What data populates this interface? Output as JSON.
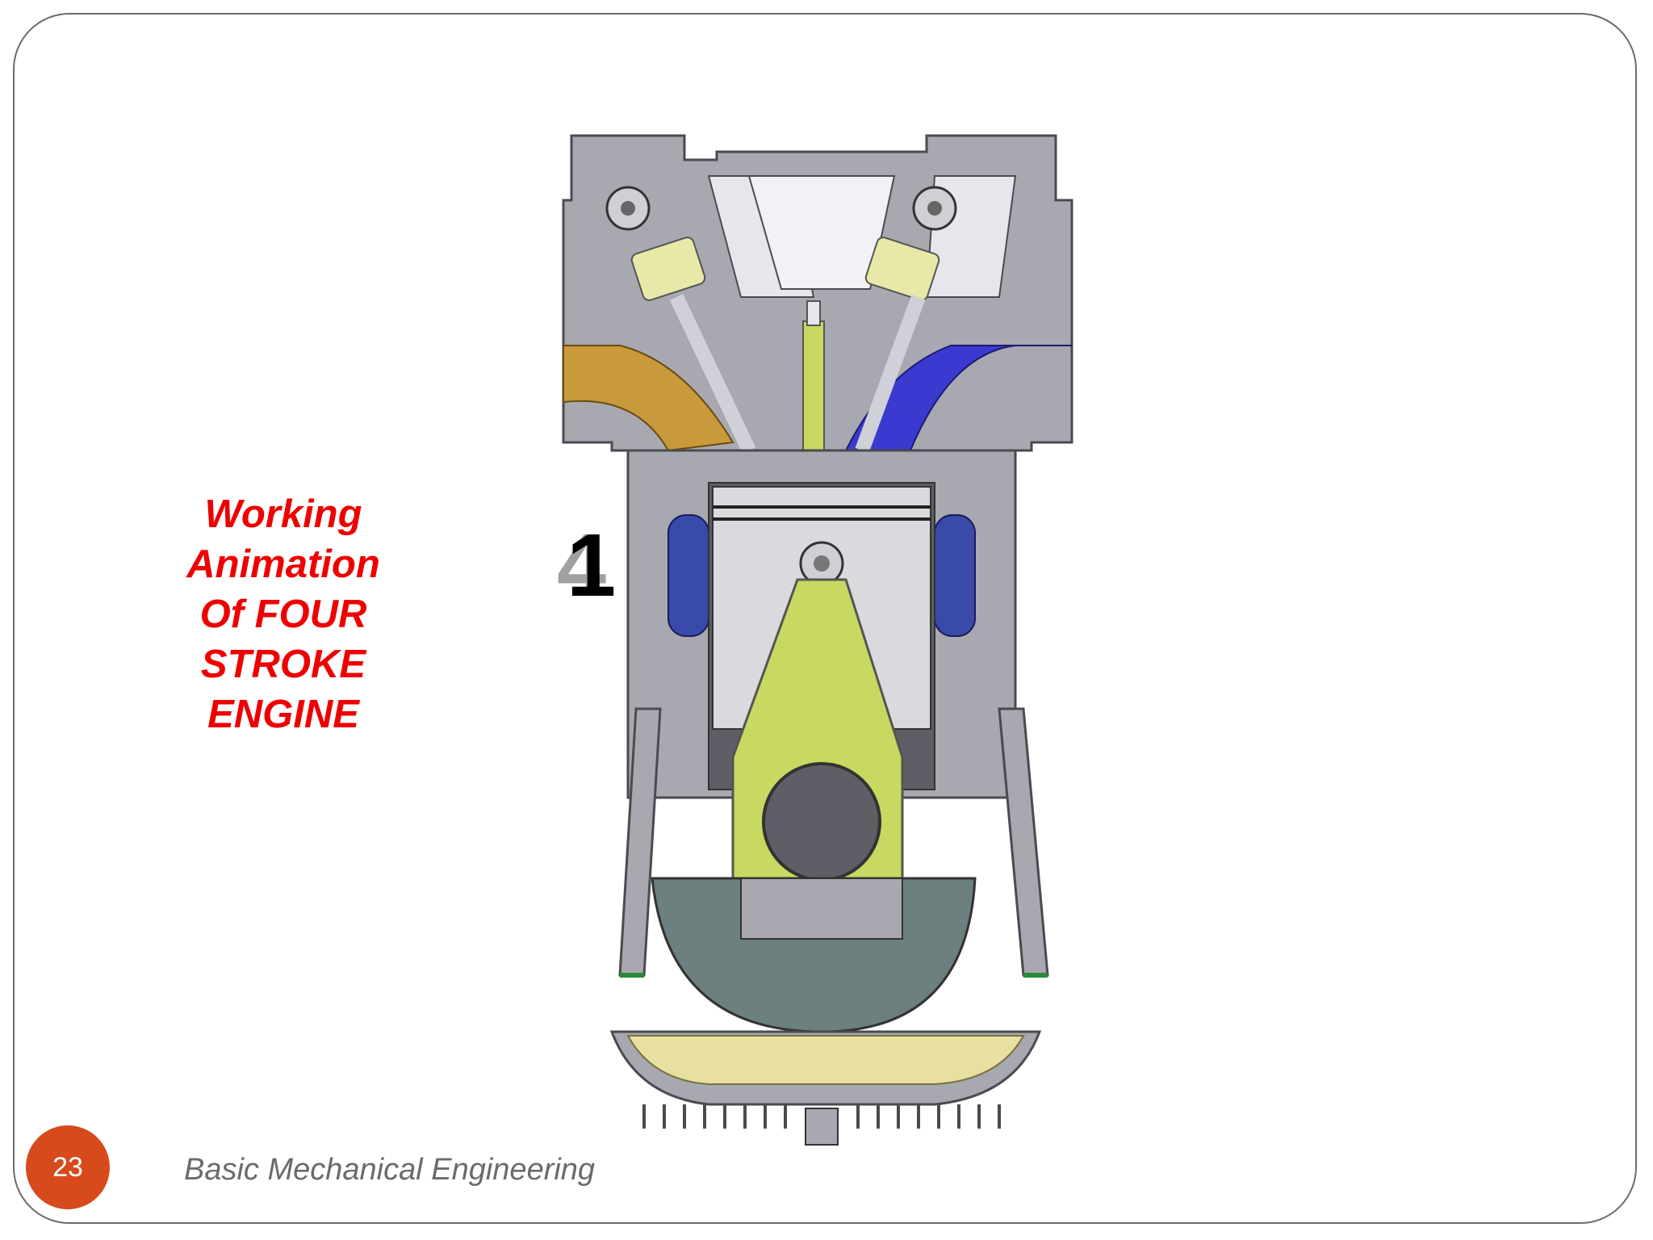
{
  "slide": {
    "title_lines": [
      "Working",
      "Animation",
      "Of FOUR",
      "STROKE",
      "ENGINE"
    ],
    "stroke_number_front": "1",
    "stroke_number_back": "4",
    "page_number": "23",
    "footer": "Basic Mechanical Engineering"
  },
  "colors": {
    "title": "#ee0000",
    "page_badge": "#d64a1c",
    "border": "#6b6b6b",
    "footer_text": "#6b6b6b",
    "engine_body": "#a8a8b0",
    "intake_port": "#c89a3c",
    "exhaust_port": "#3a3ad0",
    "connecting_rod": "#c8d860",
    "oil_sump": "#e8e0a0",
    "crank_counterweight": "#6c8080"
  },
  "figure": {
    "subject": "four-stroke-engine-cutaway"
  }
}
